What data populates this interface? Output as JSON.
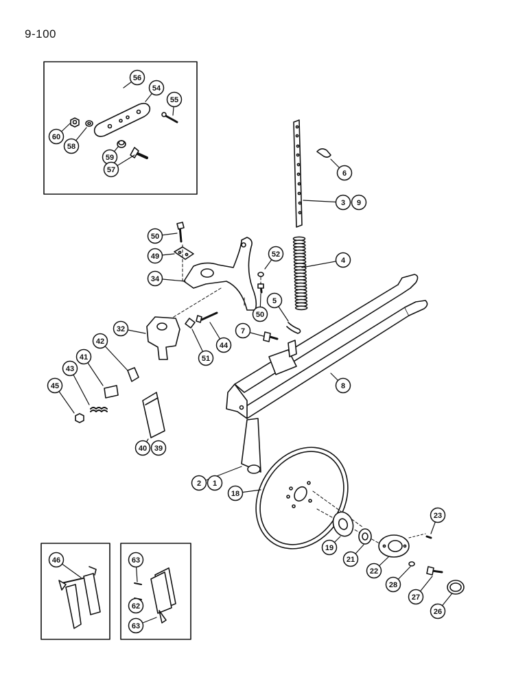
{
  "page": {
    "number": "9-100"
  },
  "callouts": {
    "c56": "56",
    "c54": "54",
    "c55": "55",
    "c60": "60",
    "c58": "58",
    "c59": "59",
    "c57": "57",
    "c6": "6",
    "c3": "3",
    "c9": "9",
    "c4": "4",
    "c50a": "50",
    "c49": "49",
    "c34": "34",
    "c52": "52",
    "c50b": "50",
    "c5": "5",
    "c32": "32",
    "c44": "44",
    "c51": "51",
    "c7": "7",
    "c8": "8",
    "c42": "42",
    "c41": "41",
    "c43": "43",
    "c45": "45",
    "c40": "40",
    "c39": "39",
    "c2": "2",
    "c1": "1",
    "c18": "18",
    "c23": "23",
    "c19": "19",
    "c21": "21",
    "c22": "22",
    "c28": "28",
    "c27": "27",
    "c26": "26",
    "c46": "46",
    "c63a": "63",
    "c62": "62",
    "c63b": "63"
  }
}
